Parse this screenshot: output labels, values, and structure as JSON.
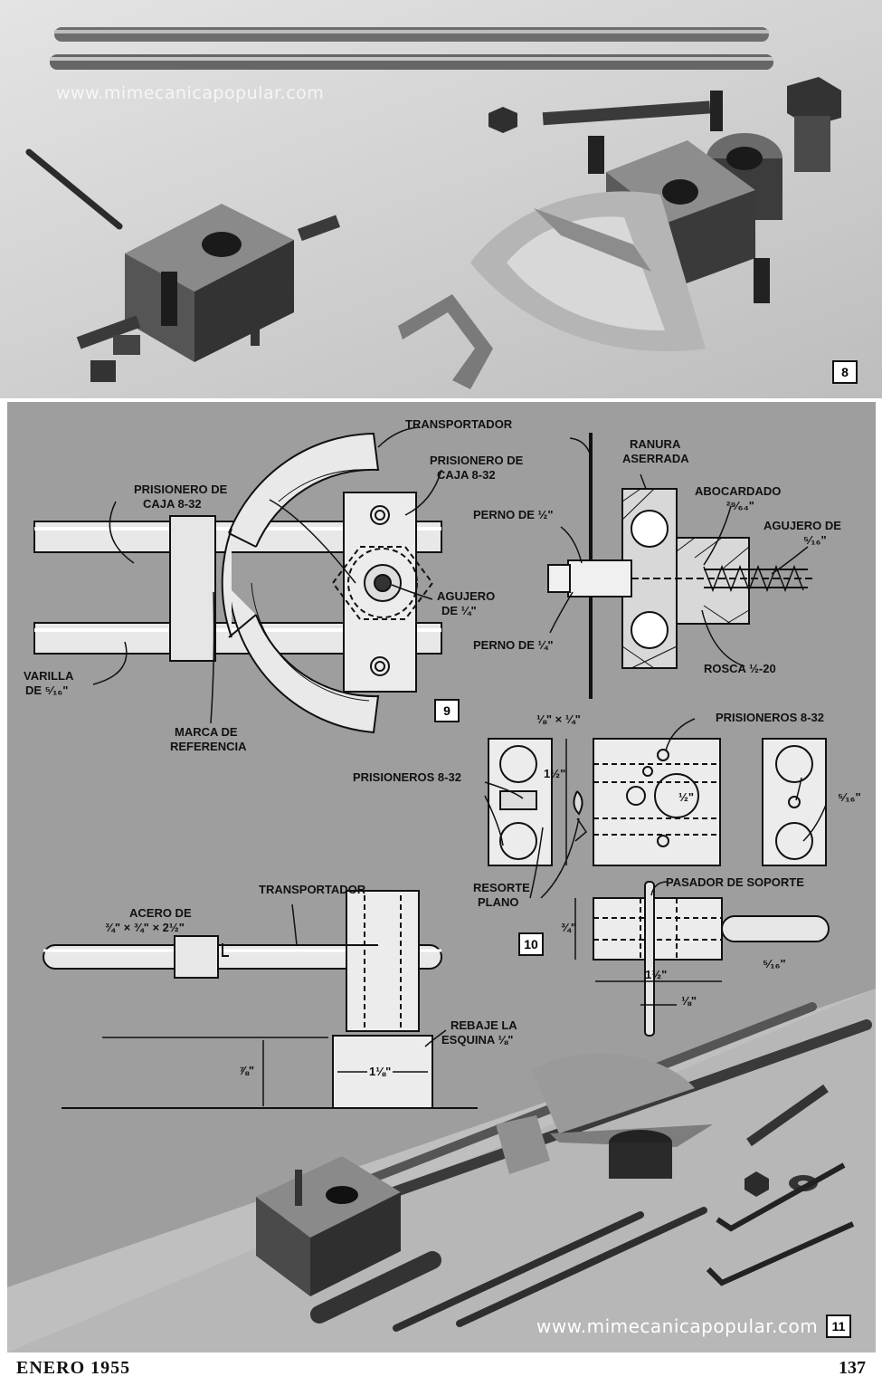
{
  "watermark_top": "www.mimecanicapopular.com",
  "watermark_bottom": "www.mimecanicapopular.com",
  "figures": {
    "fig8": "8",
    "fig9": "9",
    "fig10": "10",
    "fig11": "11"
  },
  "fig9_labels": {
    "transportador": "TRANSPORTADOR",
    "prisionero_caja_left_1": "PRISIONERO DE",
    "prisionero_caja_left_2": "CAJA 8-32",
    "prisionero_caja_right_1": "PRISIONERO DE",
    "prisionero_caja_right_2": "CAJA 8-32",
    "agujero_1": "AGUJERO",
    "agujero_2": "DE ¼\"",
    "varilla_1": "VARILLA",
    "varilla_2": "DE ⁵⁄₁₆\"",
    "marca_1": "MARCA DE",
    "marca_2": "REFERENCIA"
  },
  "section_labels": {
    "ranura_1": "RANURA",
    "ranura_2": "ASERRADA",
    "abocardado": "ABOCARDADO",
    "abocardado_dim": "²⁹⁄₆₄\"",
    "agujero_de": "AGUJERO DE",
    "agujero_dim": "⁵⁄₁₆\"",
    "perno_half": "PERNO DE ½\"",
    "perno_quarter": "PERNO DE ¼\"",
    "rosca": "ROSCA ½-20"
  },
  "fig10_labels": {
    "slot_dim": "⅛\" × ¼\"",
    "prisioneros_top": "PRISIONEROS 8-32",
    "prisioneros_left": "PRISIONEROS 8-32",
    "height_dim": "1½\"",
    "hole_dim": "½\"",
    "side_dim": "⁵⁄₁₆\"",
    "resorte_1": "RESORTE",
    "resorte_2": "PLANO",
    "pasador": "PASADOR DE SOPORTE",
    "h_dim": "¾\"",
    "w_dim": "1½\"",
    "pin_dim": "⅛\"",
    "rod_dim": "⁵⁄₁₆\""
  },
  "side_labels": {
    "transportador": "TRANSPORTADOR",
    "acero_1": "ACERO DE",
    "acero_2": "¾\" × ¾\" × 2½\"",
    "rebaje_1": "REBAJE LA",
    "rebaje_2": "ESQUINA ⅛\"",
    "height_dim": "⅞\"",
    "width_dim": "1⅛\""
  },
  "footer": {
    "issue": "ENERO 1955",
    "page": "137"
  }
}
